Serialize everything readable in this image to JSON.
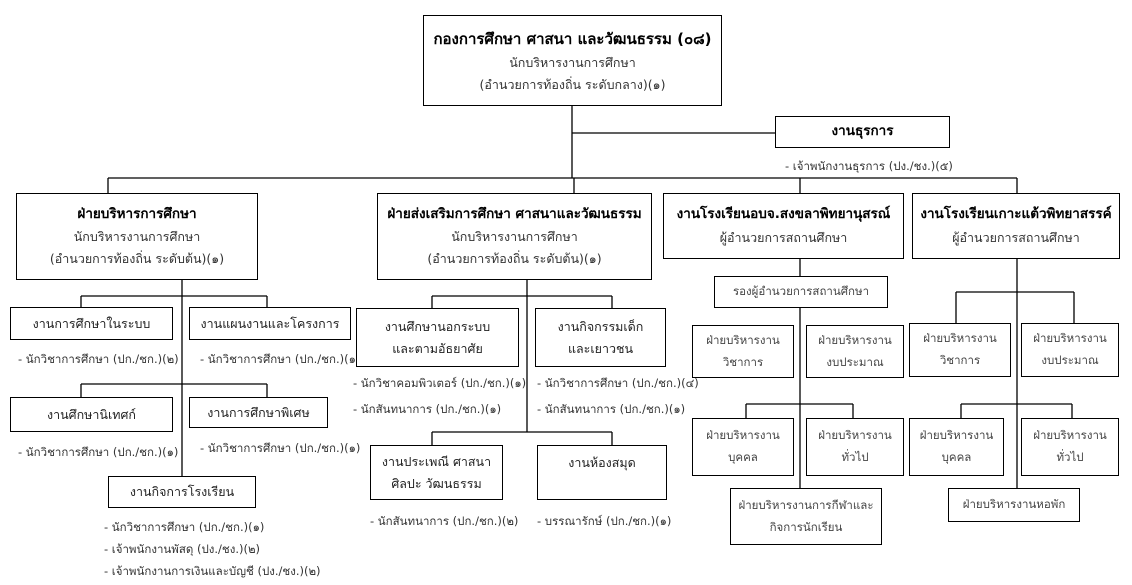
{
  "top": {
    "title": "กองการศึกษา ศาสนา และวัฒนธรรม (๐๘)",
    "line2": "นักบริหารงานการศึกษา",
    "line3": "(อำนวยการท้องถิ่น ระดับกลาง)(๑)"
  },
  "admin": {
    "title": "งานธุรการ",
    "staff": "- เจ้าพนักงานธุรการ (ปง./ชง.)(๕)"
  },
  "div1": {
    "title": "ฝ่ายบริหารการศึกษา",
    "line2": "นักบริหารงานการศึกษา",
    "line3": "(อำนวยการท้องถิ่น ระดับต้น)(๑)",
    "units": [
      {
        "name": "งานการศึกษาในระบบ",
        "staff": [
          "- นักวิชาการศึกษา (ปก./ชก.)(๒)"
        ]
      },
      {
        "name": "งานแผนงานและโครงการ",
        "staff": [
          "- นักวิชาการศึกษา (ปก./ชก.)(๑)"
        ]
      },
      {
        "name": "งานศึกษานิเทศก์",
        "staff": [
          "- นักวิชาการศึกษา (ปก./ชก.)(๑)"
        ]
      },
      {
        "name": "งานการศึกษาพิเศษ",
        "staff": [
          "- นักวิชาการศึกษา (ปก./ชก.)(๑)"
        ]
      },
      {
        "name": "งานกิจการโรงเรียน",
        "staff": [
          "- นักวิชาการศึกษา (ปก./ชก.)(๑)",
          "- เจ้าพนักงานพัสดุ (ปง./ชง.)(๒)",
          "- เจ้าพนักงานการเงินและบัญชี (ปง./ชง.)(๒)"
        ]
      }
    ]
  },
  "div2": {
    "title": "ฝ่ายส่งเสริมการศึกษา ศาสนาและวัฒนธรรม",
    "line2": "นักบริหารงานการศึกษา",
    "line3": "(อำนวยการท้องถิ่น ระดับต้น)(๑)",
    "units": [
      {
        "name1": "งานศึกษานอกระบบ",
        "name2": "และตามอัธยาศัย",
        "staff": [
          "- นักวิชาคอมพิวเตอร์ (ปก./ชก.)(๑)",
          "- นักสันทนาการ (ปก./ชก.)(๑)"
        ]
      },
      {
        "name1": "งานกิจกรรมเด็ก",
        "name2": "และเยาวชน",
        "staff": [
          "- นักวิชาการศึกษา (ปก./ชก.)(๔)",
          "- นักสันทนาการ (ปก./ชก.)(๑)"
        ]
      },
      {
        "name1": "งานประเพณี ศาสนา",
        "name2": "ศิลปะ วัฒนธรรม",
        "staff": [
          "- นักสันทนาการ (ปก./ชก.)(๒)"
        ]
      },
      {
        "name1": "งานห้องสมุด",
        "name2": "",
        "staff": [
          "- บรรณารักษ์ (ปก./ชก.)(๑)"
        ]
      }
    ]
  },
  "school1": {
    "title": "งานโรงเรียนอบจ.สงขลาพิทยานุสรณ์",
    "line2": "ผู้อำนวยการสถานศึกษา",
    "deputy": "รองผู้อำนวยการสถานศึกษา",
    "units": [
      {
        "l1": "ฝ่ายบริหารงาน",
        "l2": "วิชาการ"
      },
      {
        "l1": "ฝ่ายบริหารงาน",
        "l2": "งบประมาณ"
      },
      {
        "l1": "ฝ่ายบริหารงาน",
        "l2": "บุคคล"
      },
      {
        "l1": "ฝ่ายบริหารงาน",
        "l2": "ทั่วไป"
      },
      {
        "l1": "ฝ่ายบริหารงานการกีฬาและ",
        "l2": "กิจการนักเรียน"
      }
    ]
  },
  "school2": {
    "title": "งานโรงเรียนเกาะแต้วพิทยาสรรค์",
    "line2": "ผู้อำนวยการสถานศึกษา",
    "units": [
      {
        "l1": "ฝ่ายบริหารงาน",
        "l2": "วิชาการ"
      },
      {
        "l1": "ฝ่ายบริหารงาน",
        "l2": "งบประมาณ"
      },
      {
        "l1": "ฝ่ายบริหารงาน",
        "l2": "บุคคล"
      },
      {
        "l1": "ฝ่ายบริหารงาน",
        "l2": "ทั่วไป"
      },
      {
        "l1": "ฝ่ายบริหารงานหอพัก",
        "l2": ""
      }
    ]
  }
}
